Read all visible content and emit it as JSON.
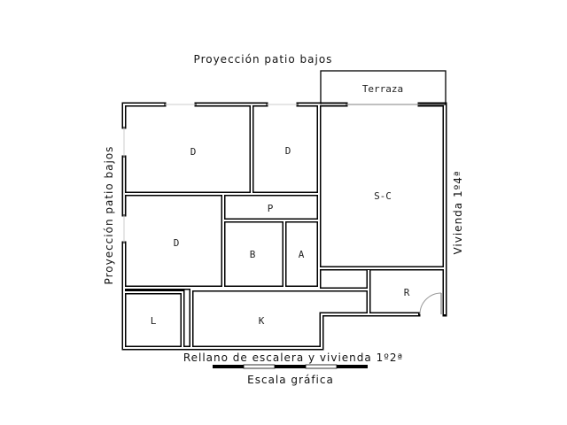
{
  "annotations": {
    "top": "Proyección patio bajos",
    "left": "Proyección patio bajos",
    "right": "Vivienda 1º4ª",
    "bottom": "Rellano de escalera y vivienda 1º2ª",
    "scale": "Escala gráfica"
  },
  "rooms": {
    "terraza": "Terraza",
    "bedroom1": "D",
    "bedroom2": "D",
    "bedroom3": "D",
    "living": "S-C",
    "hall": "P",
    "bathroom": "B",
    "toilet": "A",
    "laundry": "L",
    "kitchen": "K",
    "storage": "R"
  }
}
